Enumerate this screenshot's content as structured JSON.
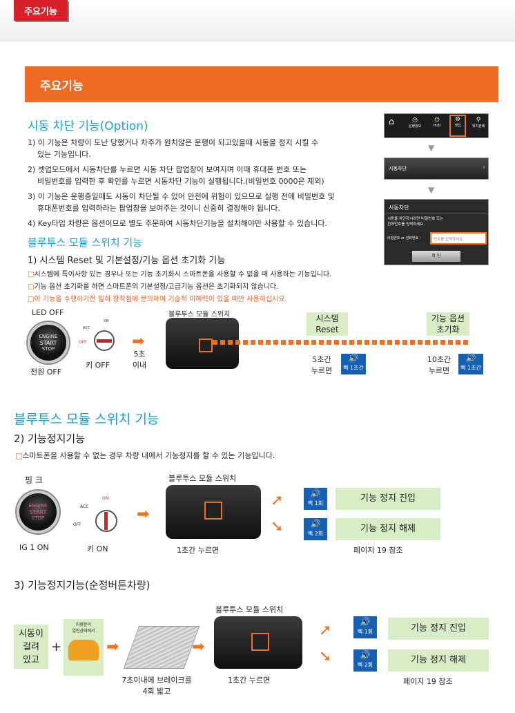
{
  "header": {
    "tag": "주요기능",
    "band": "주요기능"
  },
  "sec1": {
    "title": "시동 차단 기능(Option)",
    "items": [
      "1) 이 기능은 차량이 도난 당했거나 차주가 원치않은 운행이 되고있을때 시동을 정지 시킬 수",
      "있는 기능입니다.",
      "2) 셋업모드에서 시동차단를  누르면 시동 차단  팝업창이 보여지며 이때 휴대폰 번호 또는",
      "비밀번호를 입력한 후 확인를 누르면 시동차단 기능이 실행됩니다.(비밀번호 0000은 제외)",
      "3) 이 기능은 운행중일때도 시동이 차단될 수 있어 안전에 위험이 있으므로 실행 전에 비밀번호 및",
      "휴대폰번호를 입력하라는 팝업창을 보여주는 것이니 신중히 결정해야 됩니다.",
      "4) Key타입 차량은 옵션이므로 별도 주문하여 시동차단기능을 설치해야만 사용할 수 있습니다."
    ]
  },
  "phone": {
    "menu": [
      "운행정보",
      "HUD",
      "셋업",
      "위치관제"
    ],
    "row": "시동차단",
    "popup_title": "시동차단",
    "popup_msg1": "시동을 차단하시려면 비밀번호 또는",
    "popup_msg2": "전화번호를 입력하세요.",
    "field_label": "비밀번호 or 전화번호 :",
    "field_placeholder": "번호를 입력하세요.",
    "ok": "확 인"
  },
  "sec2": {
    "title": "블루투스 모듈 스위치 기능",
    "subtitle": "1) 시스템 Reset 및 기본설정/기능 옵션 초기화 기능",
    "b1": "시스템에 특이사항 있는 경우나 또는 기능 초기화시 스마트폰을 사용할 수 없을 때 사용하는 기능입니다.",
    "b2": "기능 옵션 초기화를 하면 스마트폰의 기본설정/고급기능 옵션은 초기화되지 않습니다.",
    "b3": "이 기능을 수행하기전 필히 장착점에 문의하여 기술적 이해력이 있을 때만 사용하십시요.",
    "led": "LED OFF",
    "engine": [
      "ENGINE",
      "START",
      "STOP"
    ],
    "power": "전원 OFF",
    "acc": "ACC",
    "on": "ON",
    "off": "OFF",
    "key": "키 OFF",
    "sec5a": "5초",
    "sec5b": "이내",
    "module": "블루투스 모듈 스위치",
    "reset1": "시스템",
    "reset2": "Reset",
    "init1": "기능 옵션",
    "init2": "초기화",
    "p5a": "5초간",
    "p5b": "누르면",
    "beep1": "삑 1초간",
    "p10a": "10초간",
    "p10b": "누르면",
    "beep2": "삑 1초간"
  },
  "sec3": {
    "title": "블루투스 모듈 스위치 기능",
    "subtitle": "2) 기능정지기능",
    "b1": "스마트폰을 사용할 수 없는 경우 차량 내에서 기능정지를 할 수 있는 기능입니다.",
    "pink": "핑 크",
    "engine": [
      "ENGINE",
      "START",
      "STOP"
    ],
    "ig": "IG 1 ON",
    "acc": "ACC",
    "on": "ON",
    "off": "OFF",
    "key": "키 ON",
    "module": "블루투스 모듈 스위치",
    "press": "1초간 누르면",
    "beep1": "삑 1회",
    "beep2": "삑 2회",
    "enter": "기능 정지 진입",
    "exit": "기능 정지 해제",
    "ref": "페이지 19  참조"
  },
  "sec4": {
    "subtitle": "3) 기능정지기능(순정버튼차량)",
    "start1": "시동이",
    "start2": "걸려",
    "start3": "있고",
    "door1": "차량문이",
    "door2": "열린상태에서",
    "brake1": "7초이내에 브레이크를",
    "brake2": "4회 밟고",
    "module": "블루투스 모듈 스위치",
    "press": "1초간 누르면",
    "beep1": "삑 1회",
    "beep2": "삑 2회",
    "enter": "기능 정지 진입",
    "exit": "기능 정지 해제",
    "ref": "페이지 19  참조"
  },
  "colors": {
    "orange": "#ef6a23",
    "red": "#d6202a",
    "cyan": "#1a9fcf",
    "blue": "#1761b4",
    "green": "#d8ecc6"
  }
}
